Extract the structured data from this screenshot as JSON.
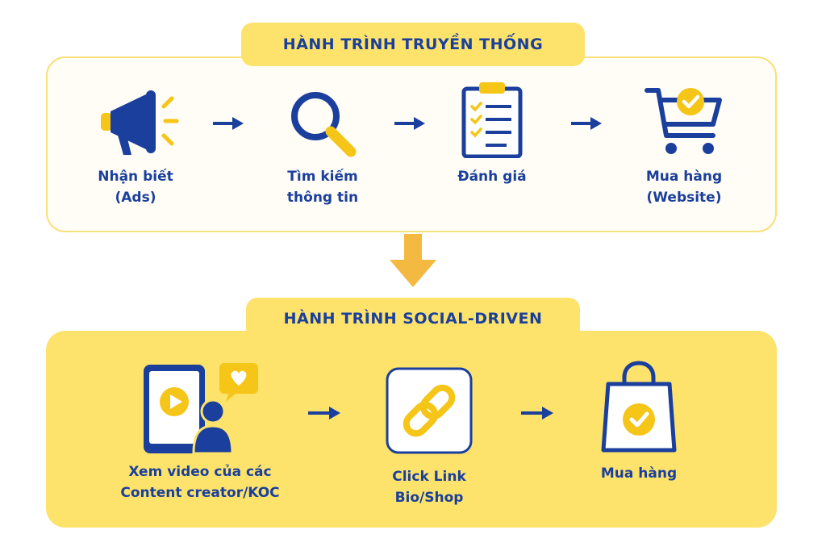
{
  "traditional": {
    "title": "HÀNH TRÌNH TRUYỀN THỐNG",
    "steps": [
      {
        "icon": "megaphone-icon",
        "lines": [
          "Nhận biết",
          "(Ads)"
        ]
      },
      {
        "icon": "magnifier-icon",
        "lines": [
          "Tìm kiếm",
          "thông tin"
        ]
      },
      {
        "icon": "checklist-clipboard-icon",
        "lines": [
          "Đánh giá"
        ]
      },
      {
        "icon": "shopping-cart-check-icon",
        "lines": [
          "Mua hàng",
          "(Website)"
        ]
      }
    ]
  },
  "social": {
    "title": "HÀNH TRÌNH SOCIAL-DRIVEN",
    "steps": [
      {
        "icon": "phone-video-creator-icon",
        "lines": [
          "Xem video của các",
          "Content creator/KOC"
        ]
      },
      {
        "icon": "link-icon",
        "lines": [
          "Click Link",
          "Bio/Shop"
        ]
      },
      {
        "icon": "shopping-bag-check-icon",
        "lines": [
          "Mua hàng"
        ]
      }
    ]
  },
  "colors": {
    "navy": "#1a3f9c",
    "yellow": "#fde36b",
    "icon_yellow": "#f5c518",
    "orange_arrow": "#f4b940"
  }
}
